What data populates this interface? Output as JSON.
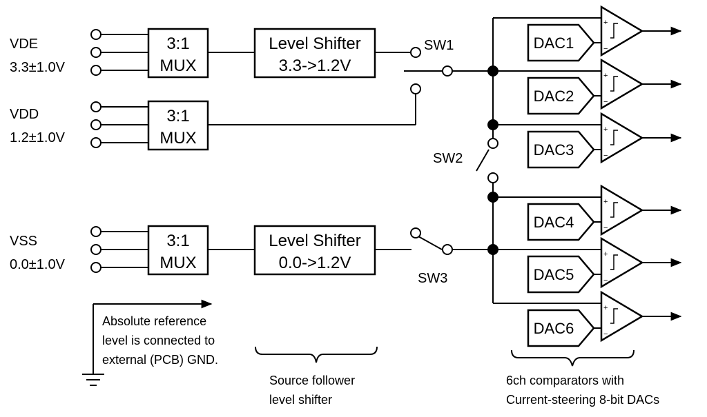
{
  "inputs": [
    {
      "name": "VDE",
      "range": "3.3±1.0V"
    },
    {
      "name": "VDD",
      "range": "1.2±1.0V"
    },
    {
      "name": "VSS",
      "range": "0.0±1.0V"
    }
  ],
  "mux_label": [
    "3:1",
    "MUX"
  ],
  "level_shifters": [
    {
      "title": "Level Shifter",
      "conversion": "3.3->1.2V"
    },
    {
      "title": "Level Shifter",
      "conversion": "0.0->1.2V"
    }
  ],
  "switches": [
    "SW1",
    "SW2",
    "SW3"
  ],
  "dacs": [
    "DAC1",
    "DAC2",
    "DAC3",
    "DAC4",
    "DAC5",
    "DAC6"
  ],
  "comparator_signs": [
    "+",
    "−"
  ],
  "notes": {
    "reference": [
      "Absolute reference",
      "level is connected to",
      "external (PCB) GND."
    ],
    "source_follower": [
      "Source follower",
      "level shifter"
    ],
    "comparators": [
      "6ch comparators with",
      "Current-steering 8-bit DACs"
    ]
  }
}
